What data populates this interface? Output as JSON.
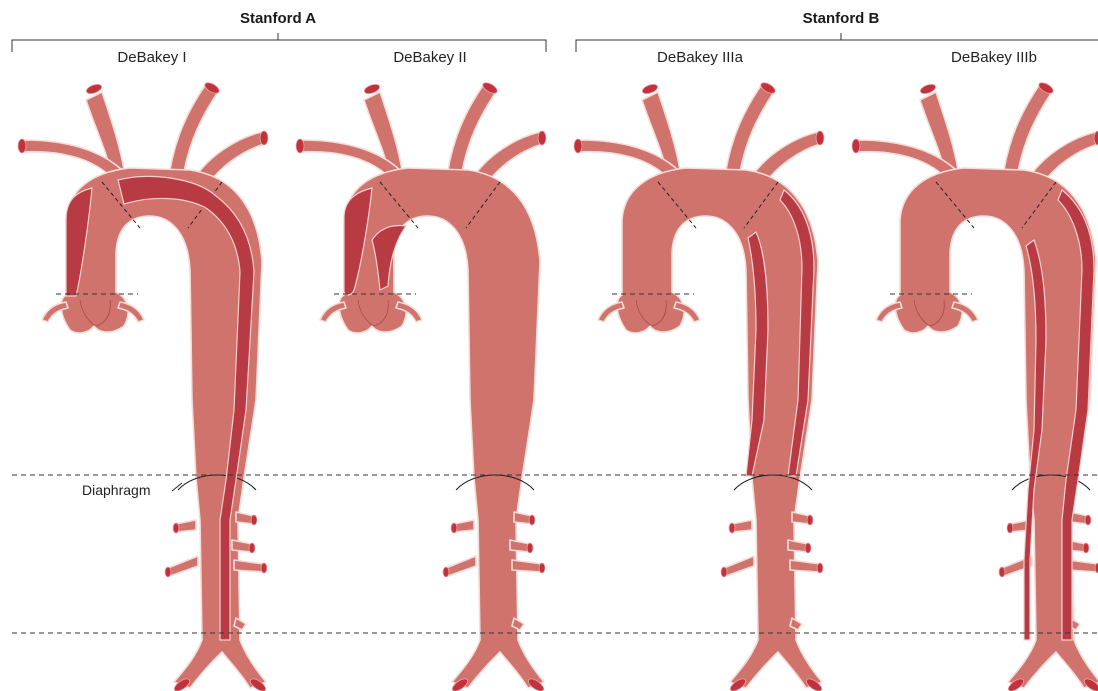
{
  "groups": [
    {
      "title": "Stanford A",
      "types": [
        "DeBakey I",
        "DeBakey II"
      ]
    },
    {
      "title": "Stanford B",
      "types": [
        "DeBakey IIIa",
        "DeBakey IIIb"
      ]
    }
  ],
  "annotation": {
    "diaphragm": "Diaphragm"
  },
  "colors": {
    "true_lumen": "#d0736d",
    "false_lumen": "#b83a42",
    "vessel_cap": "#c2313c"
  }
}
